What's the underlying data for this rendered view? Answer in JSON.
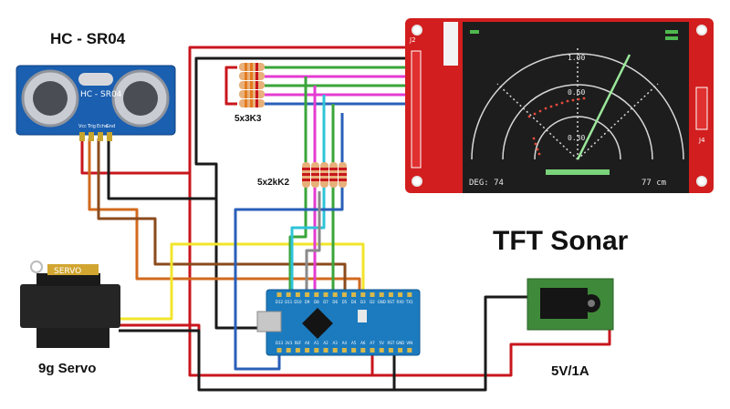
{
  "title": "TFT Sonar",
  "labels": {
    "sensor": "HC - SR04",
    "sensor_silk": "HC - SR04",
    "sensor_pins": [
      "Vcc",
      "Trig",
      "Echo",
      "Gnd"
    ],
    "servo": "9g Servo",
    "servo_silk": "SERVO",
    "power": "5V/1A",
    "resistors_top": "5x3K3",
    "resistors_mid": "5x2kK2",
    "tft_j2": "J2",
    "tft_j4": "J4"
  },
  "screen": {
    "ring_labels": [
      "1.00",
      "0.60",
      "0.30"
    ],
    "deg_text": "DEG: 74",
    "dist_text": "77 cm"
  },
  "nano": {
    "top_pins": [
      "D12",
      "D11",
      "D10",
      "D9",
      "D8",
      "D7",
      "D6",
      "D5",
      "D4",
      "D3",
      "D2",
      "GND",
      "RST",
      "RX0",
      "TX1"
    ],
    "bottom_pins": [
      "D13",
      "3V3",
      "REF",
      "A0",
      "A1",
      "A2",
      "A3",
      "A4",
      "A5",
      "A6",
      "A7",
      "5V",
      "RST",
      "GND",
      "VIN"
    ]
  },
  "colors": {
    "wire_red": "#c8161d",
    "wire_black": "#1a1a1a",
    "wire_orange": "#d26a1e",
    "wire_brown": "#8b4a1c",
    "wire_yellow": "#f2e52b",
    "wire_green": "#3aa53a",
    "wire_magenta": "#e43bd2",
    "wire_cyan": "#2ec4d8",
    "wire_blue": "#2a5fb8",
    "wire_grey": "#8a8a8a",
    "board_blue": "#1c7bbf",
    "tft_red": "#d21e1e",
    "screen_green": "#7ad37a"
  }
}
